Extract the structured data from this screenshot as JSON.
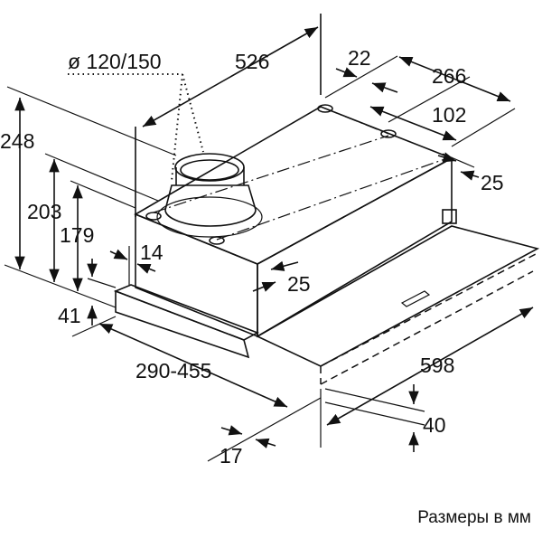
{
  "diagram": {
    "labels": {
      "duct_diameter": "ø 120/150",
      "depth": "526",
      "offset_22": "22",
      "width_266": "266",
      "width_102": "102",
      "offset_25_right": "25",
      "height_248": "248",
      "height_203": "203",
      "height_179": "179",
      "offset_14": "14",
      "offset_25_front": "25",
      "height_41": "41",
      "extension": "290-455",
      "width_598": "598",
      "height_40": "40",
      "offset_17": "17"
    },
    "caption": "Размеры в мм"
  }
}
